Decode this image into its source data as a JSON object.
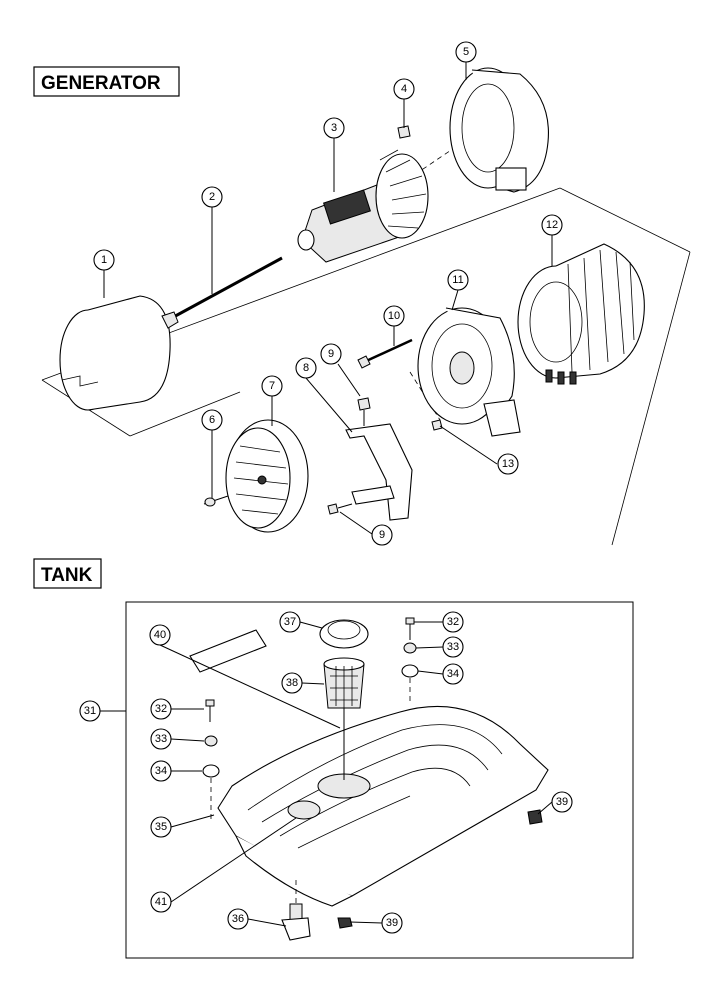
{
  "sections": {
    "generator": "GENERATOR",
    "tank": "TANK"
  },
  "callouts": {
    "c1": "1",
    "c2": "2",
    "c3": "3",
    "c4": "4",
    "c5": "5",
    "c6": "6",
    "c7": "7",
    "c8": "8",
    "c9a": "9",
    "c9b": "9",
    "c10": "10",
    "c11": "11",
    "c12": "12",
    "c13": "13",
    "c31": "31",
    "c32a": "32",
    "c32b": "32",
    "c33a": "33",
    "c33b": "33",
    "c34a": "34",
    "c34b": "34",
    "c35": "35",
    "c36": "36",
    "c37": "37",
    "c38": "38",
    "c39a": "39",
    "c39b": "39",
    "c40": "40",
    "c41": "41"
  }
}
